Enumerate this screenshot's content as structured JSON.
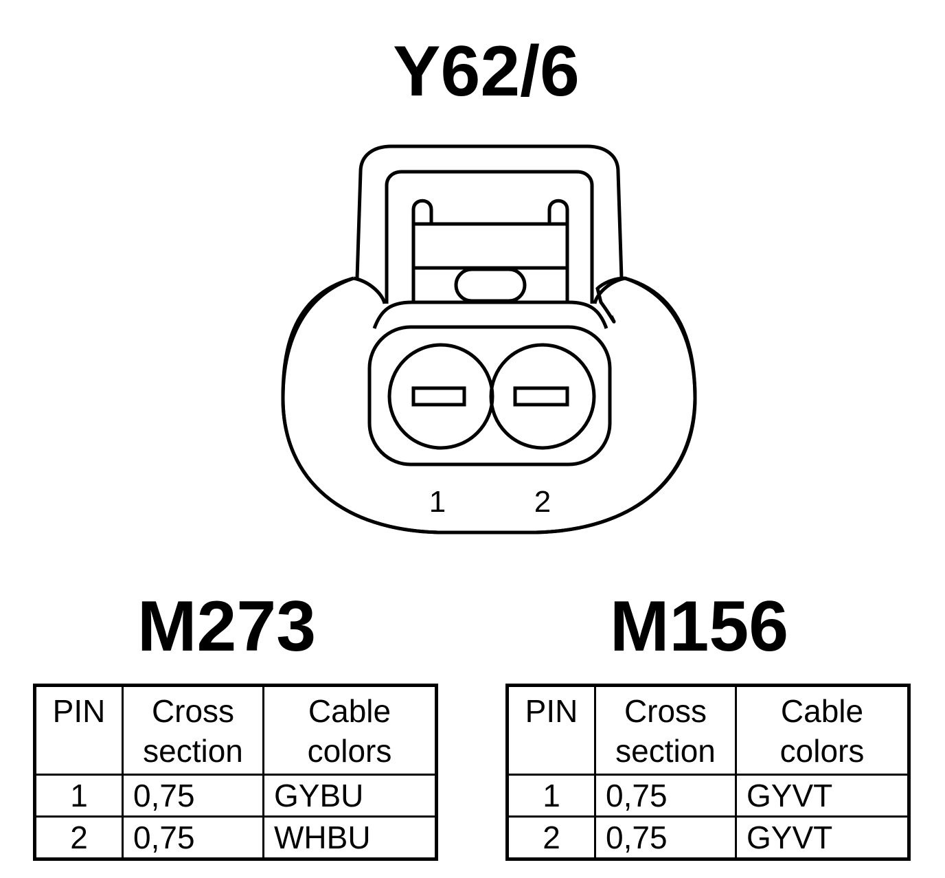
{
  "title": "Y62/6",
  "connector": {
    "pin_labels": [
      "1",
      "2"
    ]
  },
  "tables": [
    {
      "engine": "M273",
      "headers": {
        "pin": "PIN",
        "cross_1": "Cross",
        "cross_2": "section",
        "cable_1": "Cable",
        "cable_2": "colors"
      },
      "rows": [
        {
          "pin": "1",
          "cross": "0,75",
          "color": "GYBU"
        },
        {
          "pin": "2",
          "cross": "0,75",
          "color": "WHBU"
        }
      ]
    },
    {
      "engine": "M156",
      "headers": {
        "pin": "PIN",
        "cross_1": "Cross",
        "cross_2": "section",
        "cable_1": "Cable",
        "cable_2": "colors"
      },
      "rows": [
        {
          "pin": "1",
          "cross": "0,75",
          "color": "GYVT"
        },
        {
          "pin": "2",
          "cross": "0,75",
          "color": "GYVT"
        }
      ]
    }
  ]
}
